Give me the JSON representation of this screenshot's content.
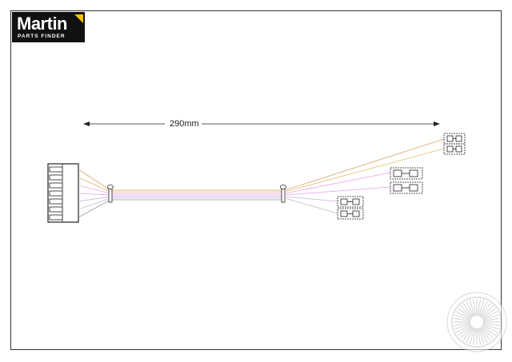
{
  "logo": {
    "brand": "Martin",
    "subtitle": "PARTS FINDER",
    "flag_color": "#f2c200"
  },
  "dimension": {
    "label": "290mm"
  },
  "wire_colors": [
    "#d9a26a",
    "#e8b96d",
    "#f0a0e0",
    "#e0a0f0",
    "#c9a9e8",
    "#bfbfbf",
    "#9a9a9a"
  ],
  "watermark": {
    "name": "fan-watermark-icon",
    "color": "#bbbbbb"
  }
}
